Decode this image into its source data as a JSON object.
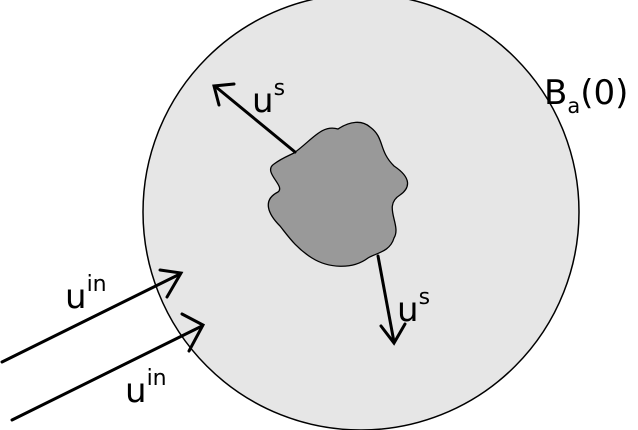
{
  "ball_label": {
    "letter": "B",
    "subscript": "a",
    "argument": "(0)"
  },
  "scattered_labels": [
    {
      "base": "u",
      "sup": "s"
    },
    {
      "base": "u",
      "sup": "s"
    }
  ],
  "incident_labels": [
    {
      "base": "u",
      "sup": "in"
    },
    {
      "base": "u",
      "sup": "in"
    }
  ],
  "colors": {
    "ball_fill": "#e6e6e6",
    "obstacle_fill": "#999999",
    "stroke": "#000000"
  }
}
